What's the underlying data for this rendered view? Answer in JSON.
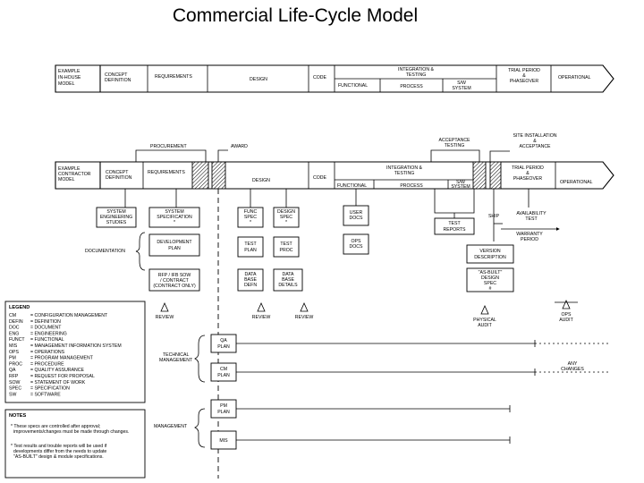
{
  "title": "Commercial Life-Cycle Model",
  "inhouse": {
    "label": [
      "EXAMPLE",
      "IN-HOUSE",
      "MODEL"
    ],
    "phases": {
      "concept": [
        "CONCEPT",
        "DEFINITION"
      ],
      "requirements": "REQUIREMENTS",
      "design": "DESIGN",
      "code": "CODE",
      "integration": [
        "INTEGRATION &",
        "TESTING"
      ],
      "functional": "FUNCTIONAL",
      "process": "PROCESS",
      "sw_system": [
        "S/W",
        "SYSTEM"
      ],
      "trial": [
        "TRIAL PERIOD",
        "&",
        "PHASEOVER"
      ],
      "operational": "OPERATIONAL"
    }
  },
  "contractor": {
    "label": [
      "EXAMPLE",
      "CONTRACTOR",
      "MODEL"
    ],
    "above": {
      "procurement": "PROCUREMENT",
      "award": "AWARD",
      "acceptance": [
        "ACCEPTANCE",
        "TESTING"
      ],
      "site_install": [
        "SITE INSTALLATION",
        "&",
        "ACCEPTANCE"
      ]
    },
    "phases": {
      "concept": [
        "CONCEPT",
        "DEFINITION"
      ],
      "requirements": "REQUIREMENTS",
      "design": "DESIGN",
      "code": "CODE",
      "integration": [
        "INTEGRATION &",
        "TESTING"
      ],
      "functional": "FUNCTIONAL",
      "process": "PROCESS",
      "sw_system": [
        "S/W",
        "SYSTEM"
      ],
      "trial": [
        "TRIAL PERIOD",
        "&",
        "PHASEOVER"
      ],
      "operational": "OPERATIONAL"
    }
  },
  "products": {
    "system_eng": [
      "SYSTEM",
      "ENGINEERING",
      "STUDIES"
    ],
    "system_spec": [
      "SYSTEM",
      "SPECIFICATION",
      "*"
    ],
    "dev_plan": [
      "DEVELOPMENT",
      "PLAN"
    ],
    "rfp": [
      "RFP / IFB SOW",
      "/ CONTRACT",
      "(CONTRACT ONLY)"
    ],
    "func_spec": [
      "FUNC",
      "SPEC",
      "*"
    ],
    "design_spec": [
      "DESIGN",
      "SPEC",
      "*"
    ],
    "test_plan": [
      "TEST",
      "PLAN"
    ],
    "test_proc": [
      "TEST",
      "PROC"
    ],
    "data_base_defn": [
      "DATA",
      "BASE",
      "DEFN"
    ],
    "data_base_details": [
      "DATA",
      "BASE",
      "DETAILS"
    ],
    "user_docs": [
      "USER",
      "DOCS"
    ],
    "ops_docs": [
      "OPS",
      "DOCS"
    ],
    "test_reports": [
      "TEST",
      "REPORTS"
    ],
    "version_desc": [
      "VERSION",
      "DESCRIPTION"
    ],
    "as_built": [
      "\"AS-BUILT\"",
      "DESIGN",
      "SPEC",
      "#"
    ],
    "ship": "SHIP",
    "availability_test": [
      "AVAILABILITY",
      "TEST"
    ],
    "warranty": [
      "WARRANTY",
      "PERIOD"
    ],
    "documentation": "DOCUMENTATION"
  },
  "milestones": {
    "review1": "REVIEW",
    "review2": "REVIEW",
    "review3": "REVIEW",
    "physical_audit": [
      "PHYSICAL",
      "AUDIT"
    ],
    "ops_audit": [
      "OPS",
      "AUDIT"
    ]
  },
  "legend": {
    "title": "LEGEND",
    "items": [
      [
        "CM",
        "= CONFIGURATION MANAGEMENT"
      ],
      [
        "DEFIN",
        "= DEFINITION"
      ],
      [
        "DOC",
        "= DOCUMENT"
      ],
      [
        "ENG",
        "= ENGINEERING"
      ],
      [
        "FUNCT",
        "= FUNCTIONAL"
      ],
      [
        "MIS",
        "= MANAGEMENT INFORMATION SYSTEM"
      ],
      [
        "OPS",
        "= OPERATIONS"
      ],
      [
        "PM",
        "= PROGRAM MANAGEMENT"
      ],
      [
        "PROC",
        "= PROCEDURE"
      ],
      [
        "QA",
        "= QUALITY ASSURANCE"
      ],
      [
        "RFP",
        "= REQUEST FOR PROPOSAL"
      ],
      [
        "SOW",
        "= STATEMENT OF WORK"
      ],
      [
        "SPEC",
        "= SPECIFICATION"
      ],
      [
        "SW",
        "= SOFTWARE"
      ]
    ]
  },
  "notes": {
    "title": "NOTES",
    "n1": [
      "* These specs are controlled after approval;",
      "improvements/changes must be made through changes."
    ],
    "n2": [
      "* Test results and trouble reports will be used if",
      "developments differ from the needs to update",
      "\"AS-BUILT\" design & module specifications."
    ]
  },
  "management": {
    "technical": [
      "TECHNICAL",
      "MANAGEMENT"
    ],
    "management": "MANAGEMENT",
    "qa_plan": [
      "QA",
      "PLAN"
    ],
    "cm_plan": [
      "CM",
      "PLAN"
    ],
    "pm_plan": [
      "PM",
      "PLAN"
    ],
    "mis": "MIS",
    "any_changes": [
      "ANY",
      "CHANGES"
    ]
  }
}
